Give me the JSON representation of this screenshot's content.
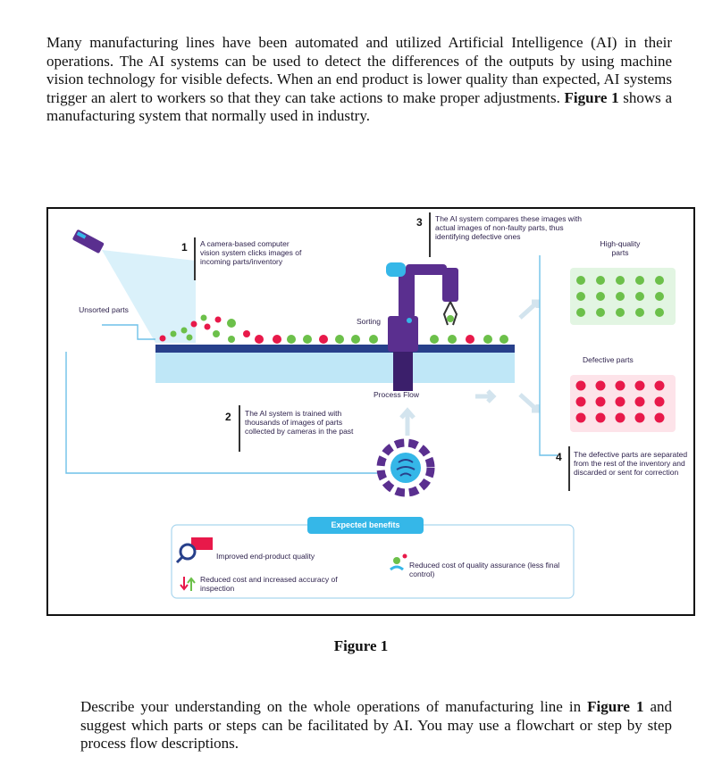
{
  "intro": {
    "part1": "Many manufacturing lines have been automated and utilized Artificial Intelligence (AI) in their operations. The AI systems can be used to detect the differences of the outputs by using machine vision technology for visible defects. When an end product is lower quality than expected, AI systems trigger an alert to workers so that they can take actions to make proper adjustments.",
    "fig_ref": "Figure 1",
    "part2": "shows a manufacturing system that normally used in industry."
  },
  "figure": {
    "labels": {
      "unsorted": "Unsorted parts",
      "sorting": "Sorting",
      "process_flow": "Process Flow",
      "high_quality": "High-quality parts",
      "defective": "Defective parts"
    },
    "steps": [
      {
        "num": "1",
        "text": "A camera-based computer vision system clicks images of incoming parts/inventory"
      },
      {
        "num": "2",
        "text": "The AI system is trained with thousands of images of parts collected by cameras in the past"
      },
      {
        "num": "3",
        "text": "The AI system compares these images with actual images of non-faulty parts, thus identifying defective ones"
      },
      {
        "num": "4",
        "text": "The defective parts are separated from the rest of the inventory and discarded or sent for correction"
      }
    ],
    "benefits_title": "Expected benefits",
    "benefits": [
      {
        "icon": "magnifier-icon",
        "text": "Improved end-product quality"
      },
      {
        "icon": "up-down-arrows-icon",
        "text": "Reduced cost and increased accuracy of inspection"
      },
      {
        "icon": "person-icon",
        "text": "Reduced cost of quality assurance (less final control)"
      }
    ],
    "colors": {
      "robot": "#5a2f8f",
      "belt": "#27408b",
      "good_part": "#6cc04a",
      "defective_part": "#e8194a",
      "accent": "#35b7e8"
    }
  },
  "caption": "Figure 1",
  "question": {
    "part1": "Describe your understanding on the whole operations of manufacturing line in",
    "fig_ref": "Figure 1",
    "part2": "and suggest which parts or steps can be facilitated by AI. You may use a flowchart or step by step process flow descriptions."
  }
}
